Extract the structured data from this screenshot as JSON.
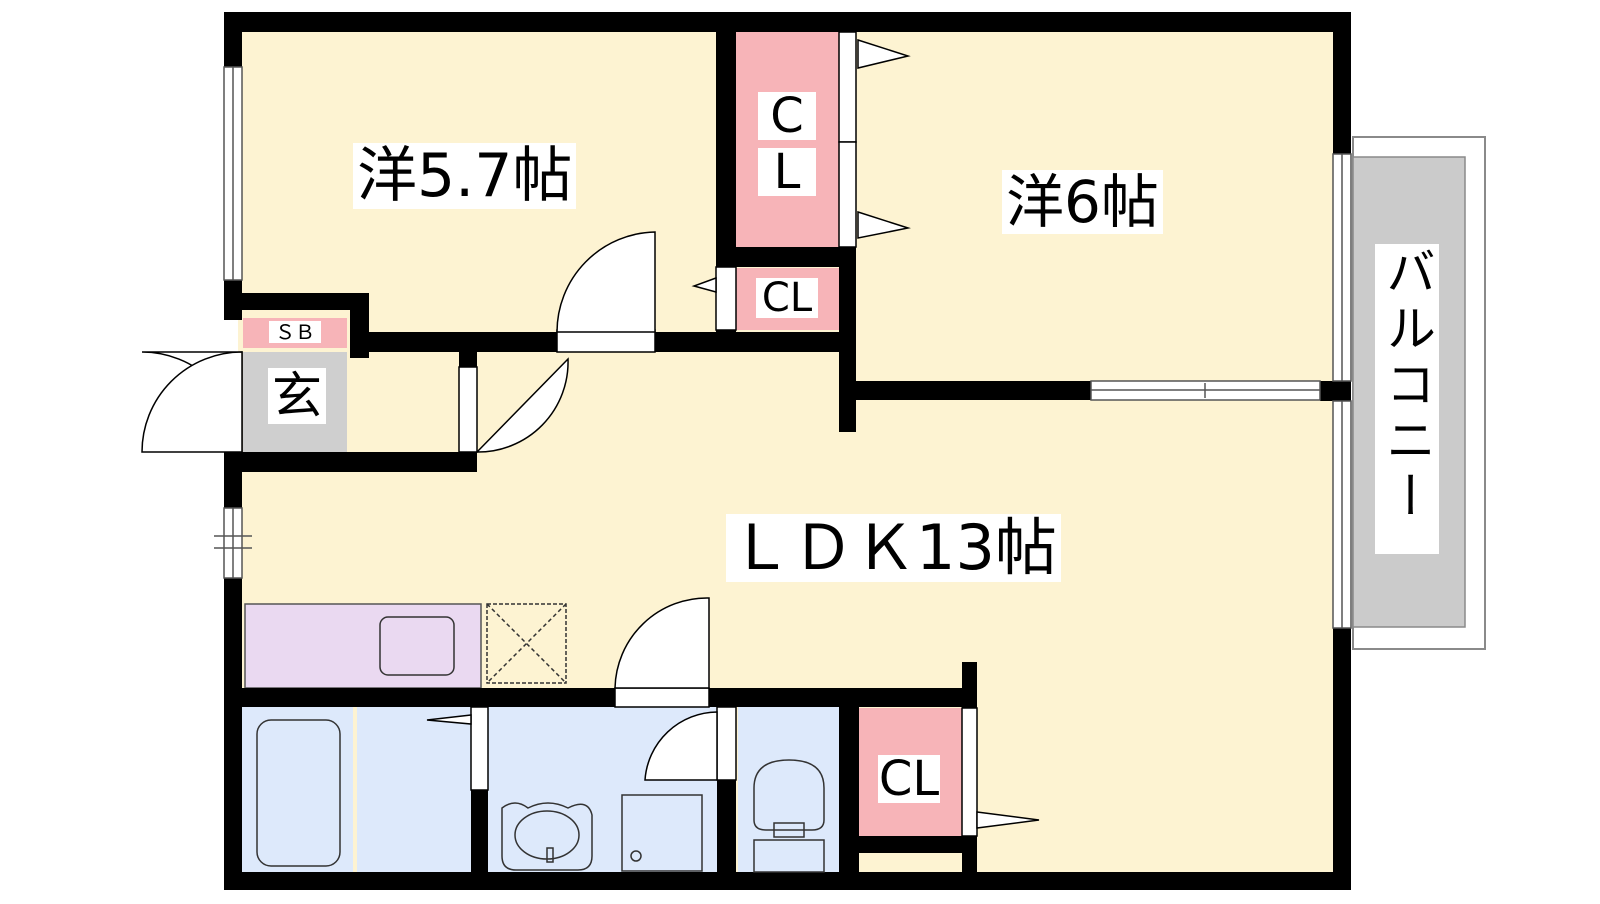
{
  "rooms": {
    "western_room_1": {
      "label": "洋5.7帖"
    },
    "western_room_2": {
      "label": "洋6帖"
    },
    "ldk": {
      "label": "ＬＤＫ13帖"
    },
    "entrance": {
      "label": "玄"
    },
    "shoe_box": {
      "label": "ＳＢ"
    },
    "balcony": {
      "label": "バルコニー"
    }
  },
  "closets": {
    "closet_tall": {
      "line1": "C",
      "line2": "L"
    },
    "closet_small": {
      "label": "CL"
    },
    "closet_ldk": {
      "label": "CL"
    }
  },
  "colors": {
    "wall": "#000000",
    "room_floor": "#fdf3d2",
    "closet": "#f7b4b8",
    "wet_area": "#dde9fb",
    "kitchen": "#ead9f1",
    "entrance_floor": "#cfcfcf",
    "balcony": "#cbcbcb"
  }
}
